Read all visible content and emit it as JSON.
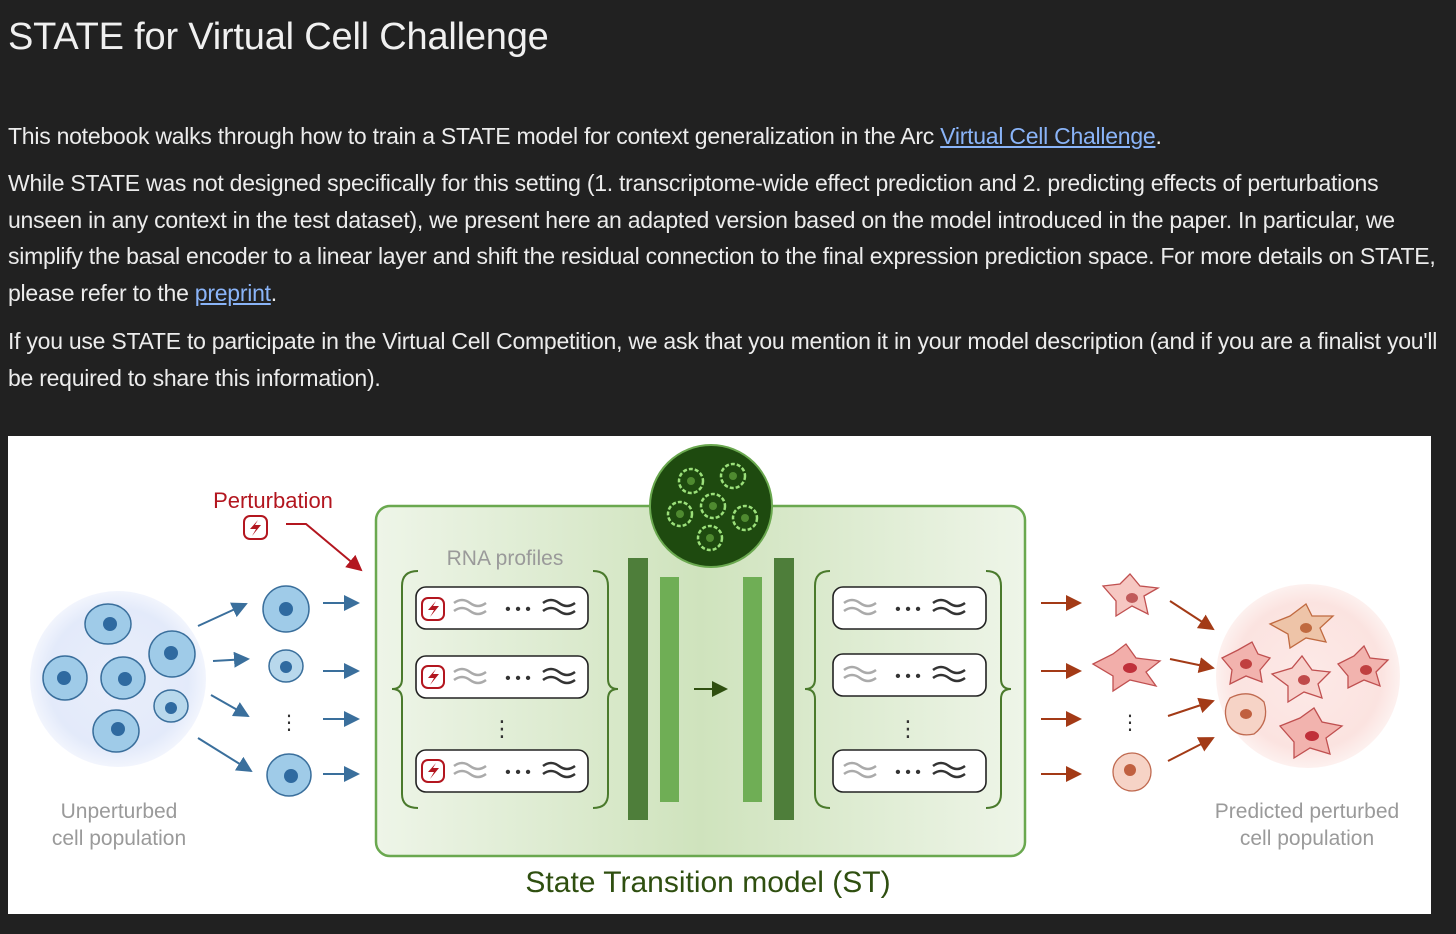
{
  "notebook": {
    "title": "STATE for Virtual Cell Challenge",
    "intro": {
      "before_link": "This notebook walks through how to train a STATE model for context generalization in the Arc ",
      "link_text": "Virtual Cell Challenge",
      "after_link": "."
    },
    "details": {
      "before_link": "While STATE was not designed specifically for this setting (1. transcriptome-wide effect prediction and 2. predicting effects of perturbations unseen in any context in the test dataset), we present here an adapted version based on the model introduced in the paper. In particular, we simplify the basal encoder to a linear layer and shift the residual connection to the final expression prediction space. For more details on STATE, please refer to the ",
      "link_text": "preprint",
      "after_link": "."
    },
    "citation": "If you use STATE to participate in the Virtual Cell Competition, we ask that you mention it in your model description (and if you are a finalist you'll be required to share this information)."
  },
  "figure": {
    "perturbation_label": "Perturbation",
    "rna_profiles_label": "RNA profiles",
    "unperturbed_label_line1": "Unperturbed",
    "unperturbed_label_line2": "cell population",
    "predicted_label_line1": "Predicted perturbed",
    "predicted_label_line2": "cell population",
    "model_label": "State Transition model (ST)",
    "colors": {
      "perturbation": "#b3161f",
      "model_green": "#5a8f3c",
      "model_fill": "#e6f0dc",
      "cell_blue": "#9fcbe8",
      "cell_pink": "#f2b3ae",
      "arrow_blue": "#3a6f9c",
      "arrow_red": "#a33a16",
      "caption_grey": "#9a9a9a",
      "model_label": "#2f4f10"
    }
  }
}
